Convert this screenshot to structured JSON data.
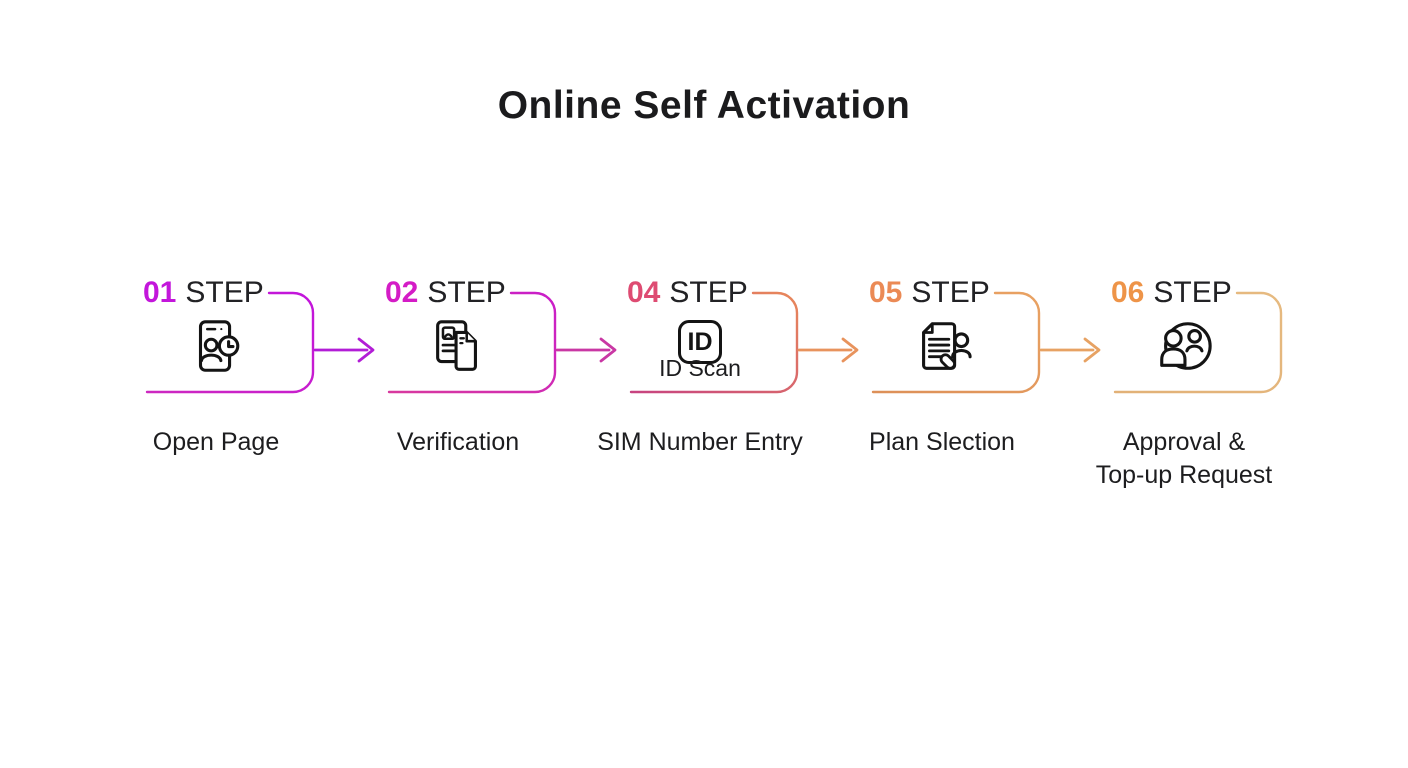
{
  "title": "Online Self Activation",
  "colors": {
    "background": "#ffffff",
    "title_text": "#1b1b1d",
    "label_text": "#1d1d1f",
    "icon_stroke": "#141414"
  },
  "steps": [
    {
      "number": "01",
      "step_label": "STEP",
      "label": "Open Page",
      "icon": "user-clock-phone-icon",
      "color": "#C316DB",
      "bracket_from": "#CD28C0",
      "bracket_to": "#C214DC",
      "arrow_color": "#B21DD6"
    },
    {
      "number": "02",
      "step_label": "STEP",
      "label": "Verification",
      "icon": "id-card-document-icon",
      "color": "#D41CC6",
      "bracket_from": "#D8399E",
      "bracket_to": "#C91DC9",
      "arrow_color": "#C937A4"
    },
    {
      "number": "04",
      "step_label": "STEP",
      "label": "SIM Number Entry",
      "icon": "id-scan-icon",
      "icon_text": "ID",
      "icon_caption": "ID Scan",
      "color": "#DE4B72",
      "bracket_from": "#C74380",
      "bracket_to": "#E8885A",
      "arrow_color": "#E8935D"
    },
    {
      "number": "05",
      "step_label": "STEP",
      "label": "Plan Slection",
      "icon": "document-edit-user-icon",
      "color": "#EB8A55",
      "bracket_from": "#DD9058",
      "bracket_to": "#E9A263",
      "arrow_color": "#E7A263"
    },
    {
      "number": "06",
      "step_label": "STEP",
      "label": "Approval &\nTop-up Request",
      "icon": "people-approval-icon",
      "color": "#EE9448",
      "bracket_from": "#E2B177",
      "bracket_to": "#E6BA80",
      "arrow_color": ""
    }
  ]
}
